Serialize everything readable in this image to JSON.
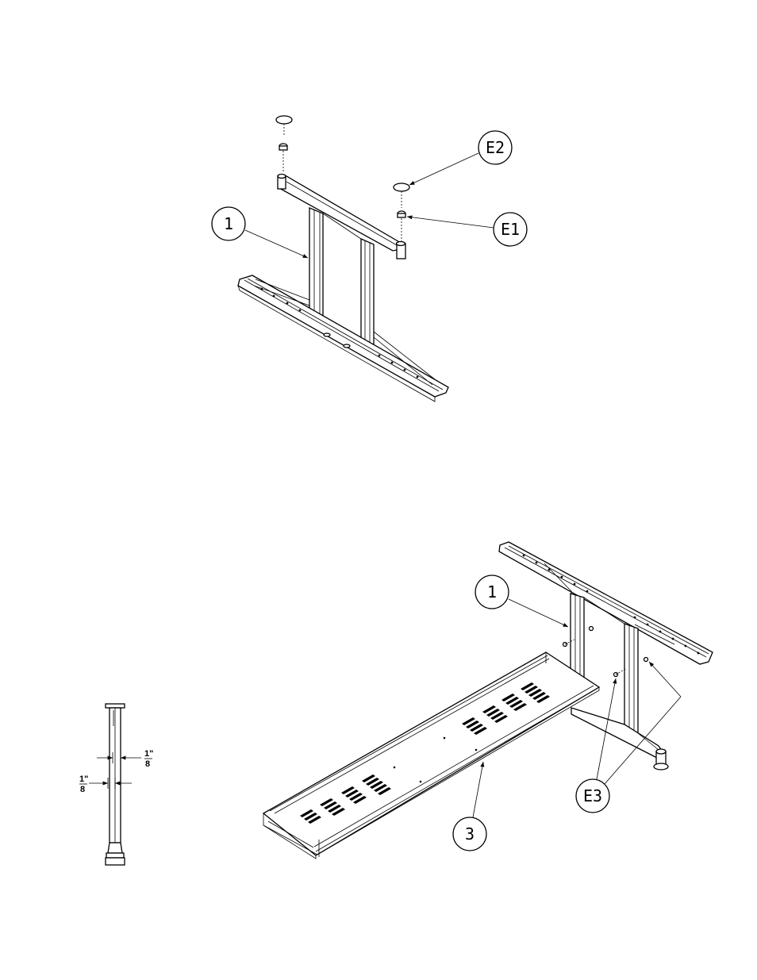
{
  "callouts": {
    "top_1": "1",
    "top_e2": "E2",
    "top_e1": "E1",
    "bottom_1": "1",
    "bottom_3": "3",
    "bottom_e3": "E3"
  },
  "dimensions": {
    "right_numerator": "1\"",
    "right_denominator": "8",
    "left_numerator": "1\"",
    "left_denominator": "8"
  }
}
